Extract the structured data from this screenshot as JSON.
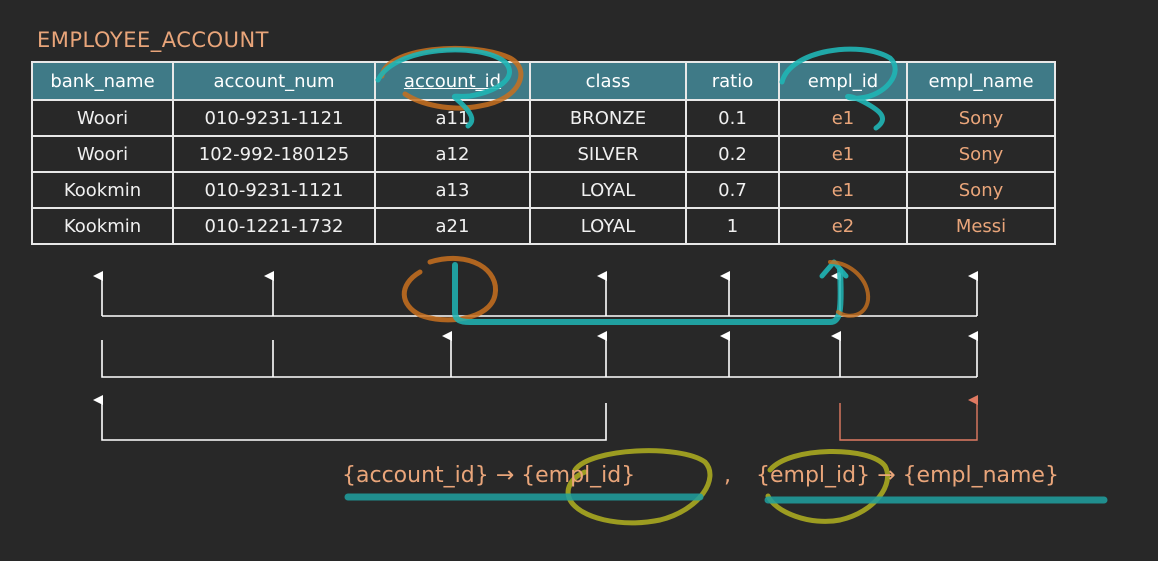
{
  "title": "EMPLOYEE_ACCOUNT",
  "table": {
    "headers": [
      "bank_name",
      "account_num",
      "account_id",
      "class",
      "ratio",
      "empl_id",
      "empl_name"
    ],
    "key_columns": [
      "account_id"
    ],
    "rows": [
      [
        "Woori",
        "010-9231-1121",
        "a11",
        "BRONZE",
        "0.1",
        "e1",
        "Sony"
      ],
      [
        "Woori",
        "102-992-180125",
        "a12",
        "SILVER",
        "0.2",
        "e1",
        "Sony"
      ],
      [
        "Kookmin",
        "010-9231-1121",
        "a13",
        "LOYAL",
        "0.7",
        "e1",
        "Sony"
      ],
      [
        "Kookmin",
        "010-1221-1732",
        "a21",
        "LOYAL",
        "1",
        "e2",
        "Messi"
      ]
    ]
  },
  "dependencies": {
    "fd1": "{account_id} → {empl_id}",
    "separator": ",",
    "fd2": "{empl_id} → {empl_name}"
  },
  "colors": {
    "header_bg": "#3f7a87",
    "accent_orange": "#e9a57a",
    "annotation_teal": "#1fb5b5",
    "annotation_olive": "#a8a820",
    "annotation_orange": "#c8701e",
    "highlight_arrow": "#e07a62"
  }
}
